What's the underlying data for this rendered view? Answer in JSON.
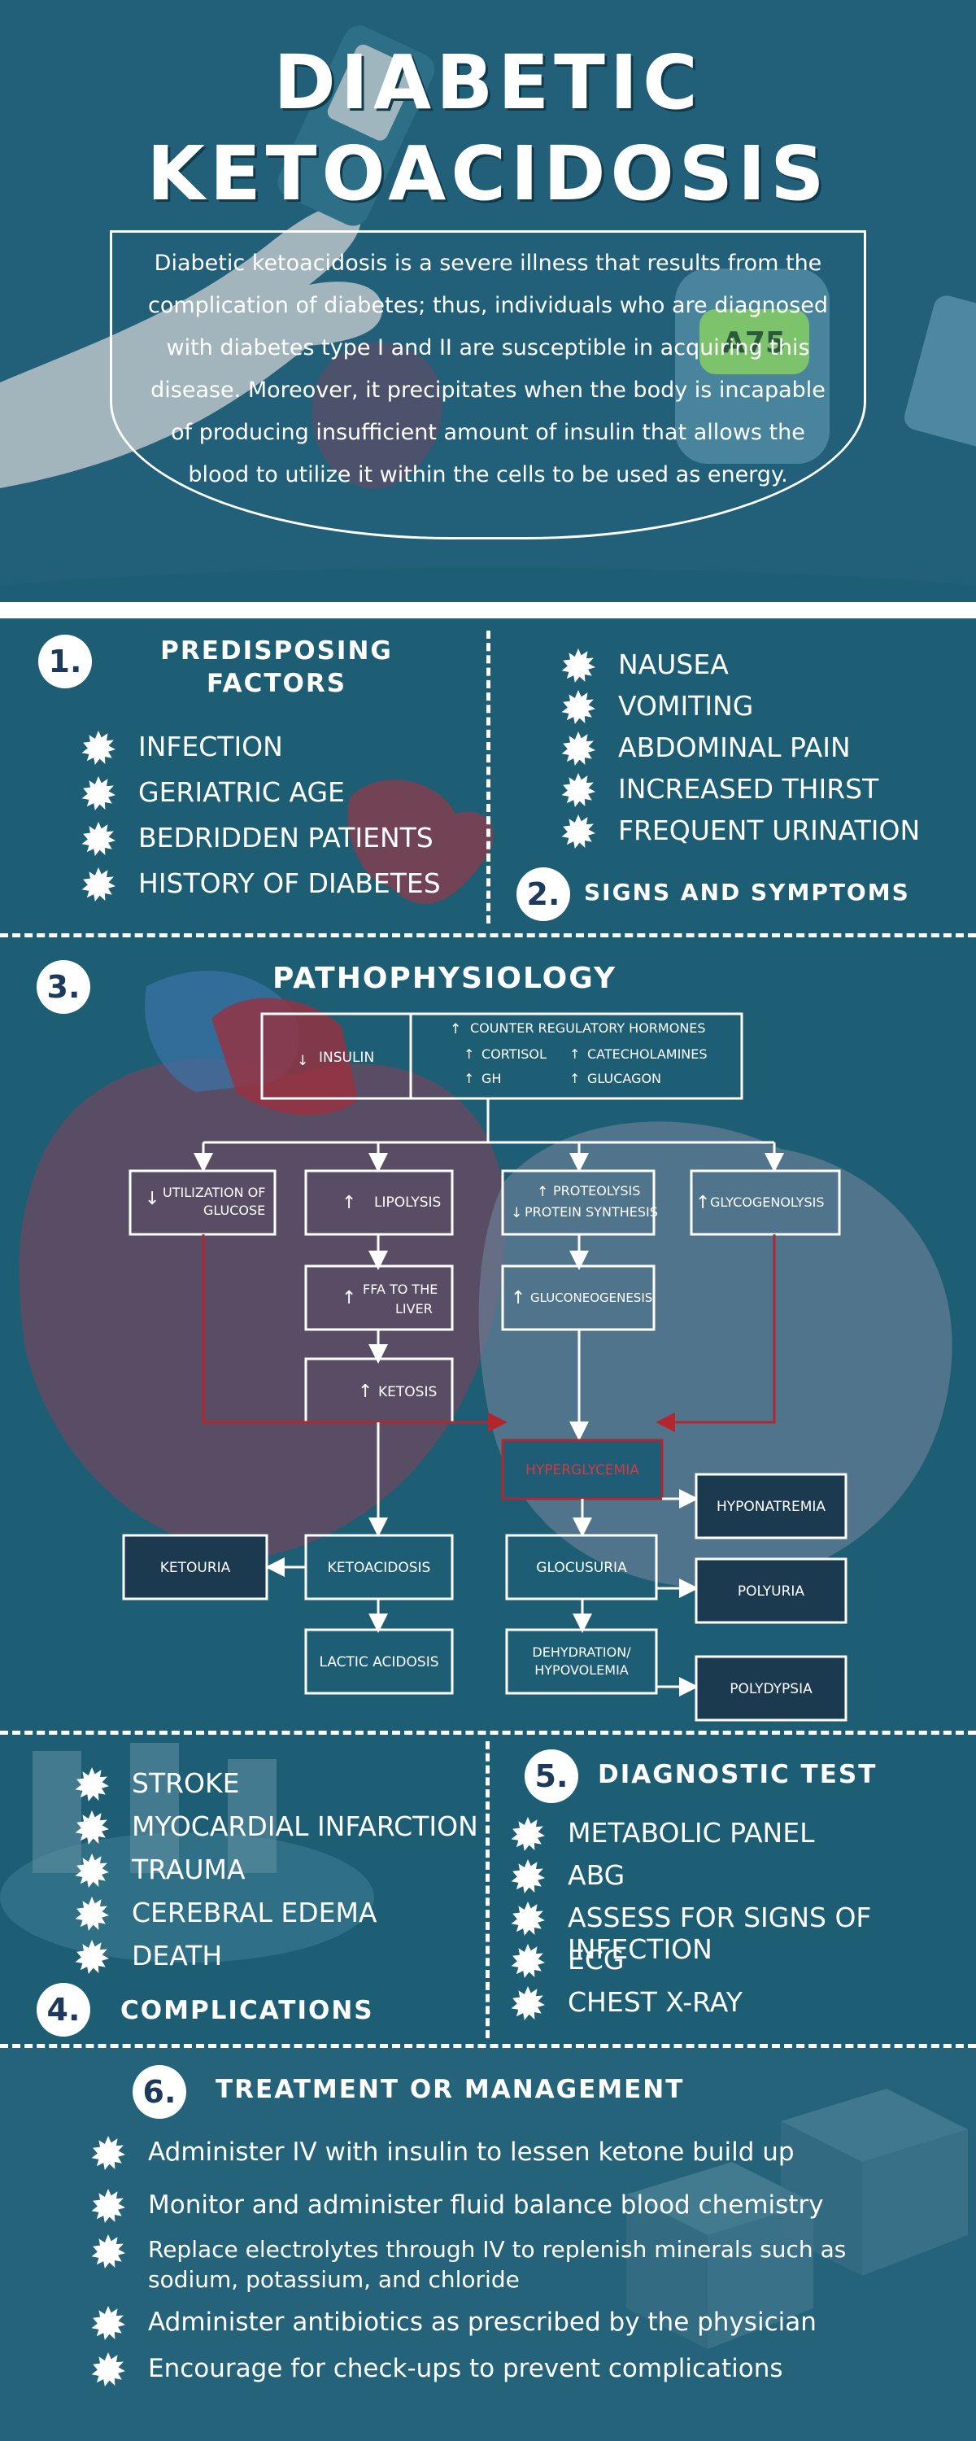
{
  "header": {
    "title_line1": "DIABETIC",
    "title_line2": "KETOACIDOSIS",
    "intro": "Diabetic ketoacidosis is a severe illness that results from the complication of diabetes; thus, individuals who are diagnosed with diabetes type I and II are susceptible in acquiring this disease. Moreover, it precipitates when the body is incapable of producing insufficient amount of insulin that allows the blood to utilize it within the cells to be used as energy.",
    "meter_reading": "A75"
  },
  "section1": {
    "number": "1.",
    "title": "PREDISPOSING FACTORS",
    "items": [
      "INFECTION",
      "GERIATRIC AGE",
      "BEDRIDDEN PATIENTS",
      "HISTORY OF DIABETES"
    ]
  },
  "section2": {
    "number": "2.",
    "title": "SIGNS AND SYMPTOMS",
    "items": [
      "NAUSEA",
      "VOMITING",
      "ABDOMINAL PAIN",
      "INCREASED THIRST",
      "FREQUENT URINATION"
    ]
  },
  "section3": {
    "number": "3.",
    "title": "PATHOPHYSIOLOGY",
    "nodes": {
      "insulin": "INSULIN",
      "counter": "COUNTER REGULATORY HORMONES",
      "cortisol": "CORTISOL",
      "catecholamines": "CATECHOLAMINES",
      "gh": "GH",
      "glucagon": "GLUCAGON",
      "utilization_1": "UTILIZATION OF",
      "utilization_2": "GLUCOSE",
      "lipolysis": "LIPOLYSIS",
      "proteolysis": "PROTEOLYSIS",
      "protein_synthesis": "PROTEIN SYNTHESIS",
      "glycogenolysis": "GLYCOGENOLYSIS",
      "ffa_1": "FFA TO THE",
      "ffa_2": "LIVER",
      "gluconeogenesis": "GLUCONEOGENESIS",
      "ketosis": "KETOSIS",
      "hyperglycemia": "HYPERGLYCEMIA",
      "hyponatremia": "HYPONATREMIA",
      "ketouria": "KETOURIA",
      "ketoacidosis": "KETOACIDOSIS",
      "glocusuria": "GLOCUSURIA",
      "polyuria": "POLYURIA",
      "lactic_acidosis": "LACTIC ACIDOSIS",
      "dehydration_1": "DEHYDRATION/",
      "dehydration_2": "HYPOVOLEMIA",
      "polydypsia": "POLYDYPSIA"
    }
  },
  "section4": {
    "number": "4.",
    "title": "COMPLICATIONS",
    "items": [
      "STROKE",
      "MYOCARDIAL INFARCTION",
      "TRAUMA",
      "CEREBRAL EDEMA",
      "DEATH"
    ]
  },
  "section5": {
    "number": "5.",
    "title": "DIAGNOSTIC TEST",
    "items": [
      "METABOLIC PANEL",
      "ABG",
      "ASSESS FOR SIGNS OF INFECTION",
      "ECG",
      "CHEST X-RAY"
    ]
  },
  "section6": {
    "number": "6.",
    "title": "TREATMENT OR MANAGEMENT",
    "items": [
      "Administer IV with insulin to lessen ketone build up",
      "Monitor and administer fluid balance blood chemistry",
      "Replace electrolytes through IV to replenish minerals such as sodium, potassium, and chloride",
      "Administer antibiotics as prescribed by the physician",
      "Encourage for check-ups to prevent complications"
    ]
  },
  "colors": {
    "background": "#1d5e75",
    "hero": "#22607a",
    "dark_box": "#1b3a4f",
    "red_arrow": "#b3262e",
    "white": "#ffffff"
  }
}
